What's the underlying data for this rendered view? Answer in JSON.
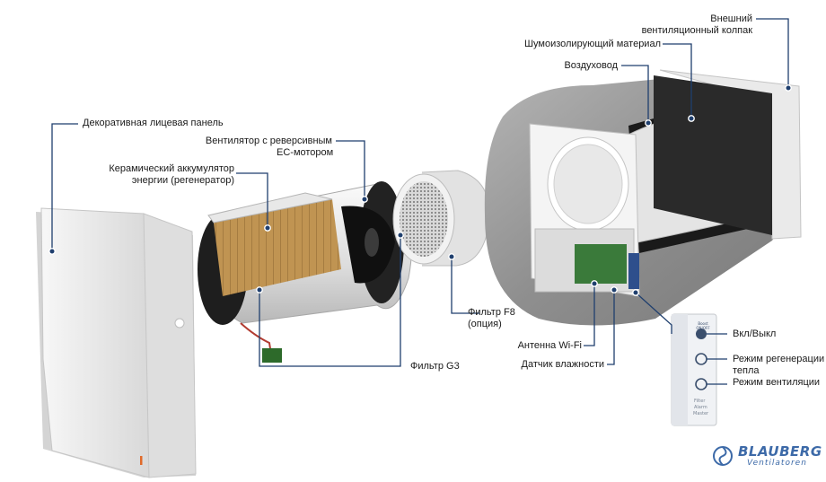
{
  "labels": {
    "front_panel": "Декоративная лицевая панель",
    "fan_line1": "Вентилятор с реверсивным",
    "fan_line2": "EC-мотором",
    "ceramic_line1": "Керамический аккумулятор",
    "ceramic_line2": "энергии (регенератор)",
    "filter_g3": "Фильтр G3",
    "filter_f8_line1": "Фильтр F8",
    "filter_f8_line2": "(опция)",
    "hood_line1": "Внешний",
    "hood_line2": "вентиляционный колпак",
    "noise": "Шумоизолирующий материал",
    "duct": "Воздуховод",
    "antenna": "Антенна Wi-Fi",
    "humidity": "Датчик влажности",
    "power": "Вкл/Выкл",
    "regen_line1": "Режим регенерации",
    "regen_line2": "тепла",
    "vent_mode": "Режим вентиляции"
  },
  "control_panel": {
    "top_button": "Boost ON/OFF",
    "filter": "Filter",
    "alarm": "Alarm",
    "master": "Master"
  },
  "brand": {
    "name": "BLAUBERG",
    "sub": "Ventilatoren",
    "color": "#3d6aa8"
  },
  "colors": {
    "leader": "#1f3f6e",
    "concrete": "#9a9a9a",
    "white_part": "#eeeeee",
    "ceramic": "#b58a4c"
  }
}
